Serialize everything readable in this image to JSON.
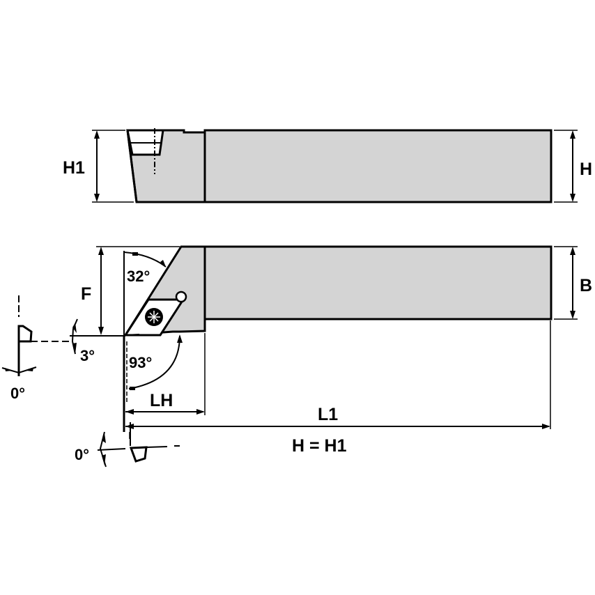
{
  "drawing": {
    "title": "Turning toolholder dimension drawing",
    "fill_color": "#d4d4d4",
    "line_color": "#000000",
    "background": "#ffffff"
  },
  "top_view": {
    "labels": {
      "h1": "H1",
      "h": "H"
    }
  },
  "side_view": {
    "labels": {
      "f": "F",
      "b": "B",
      "lh": "LH",
      "l1": "L1"
    },
    "angles": {
      "lead": "32°",
      "approach": "93°",
      "clearance_side": "3°"
    }
  },
  "detail_views": {
    "left_angle": "0°",
    "bottom_angle": "0°"
  },
  "note": "H = H1"
}
